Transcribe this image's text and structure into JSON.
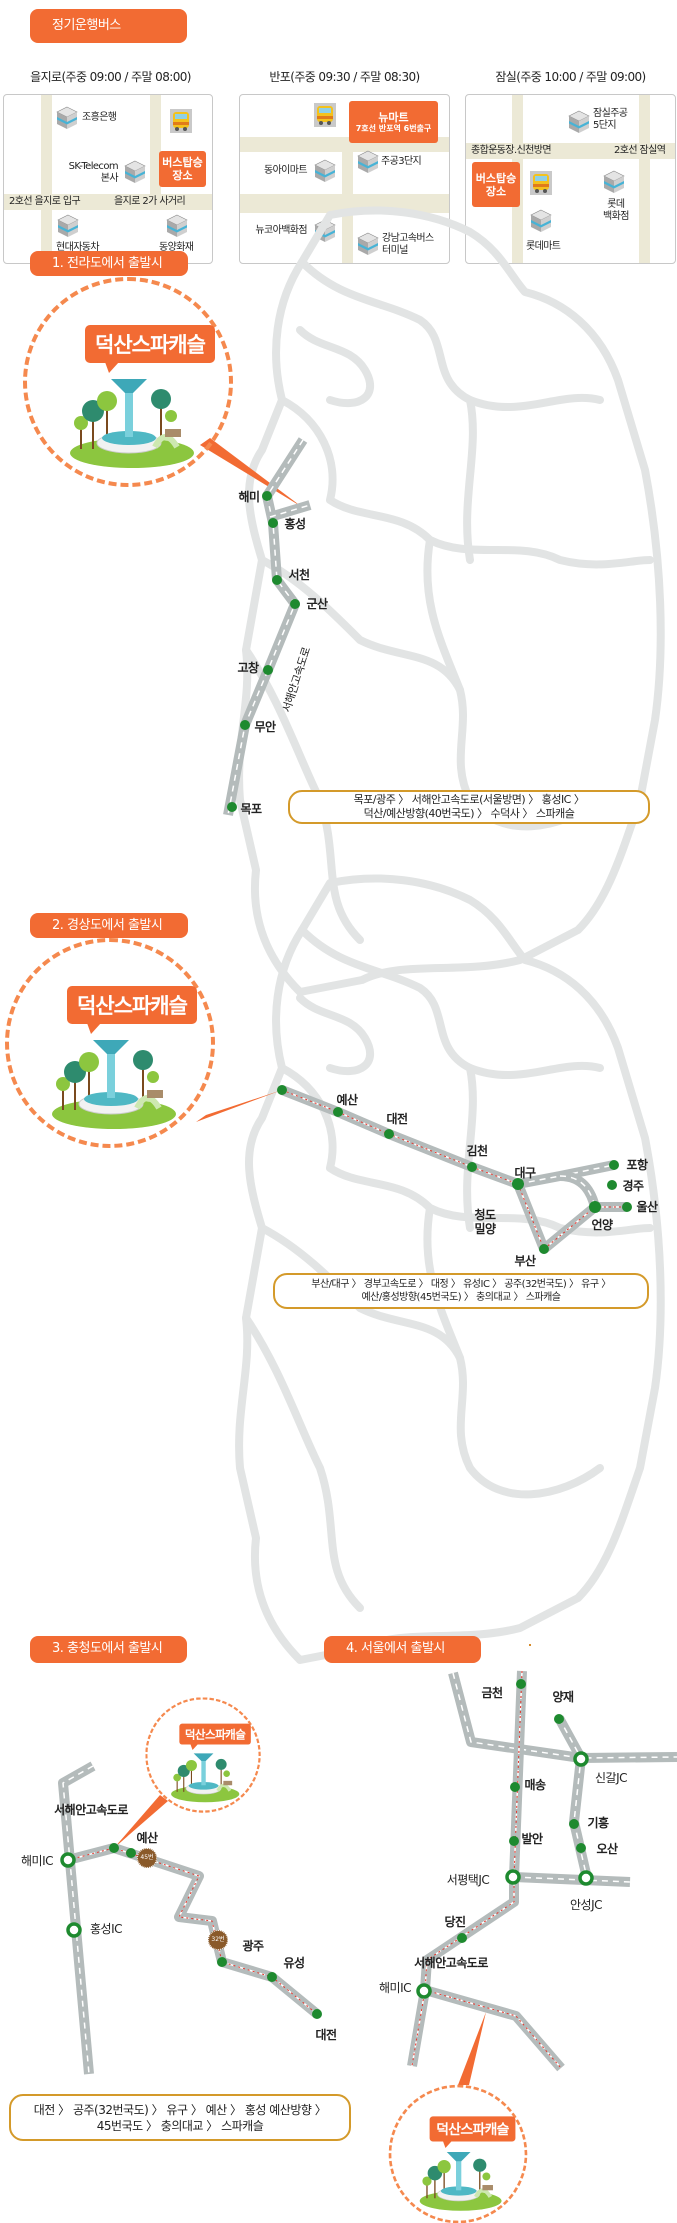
{
  "header": {
    "title": "정기운행버스"
  },
  "bus_stops": [
    {
      "title": "을지로(주중 09:00 / 주말 08:00)",
      "places": [
        "조흥은행",
        "SK-Telecom\n본사",
        "현대자동차",
        "동양화재"
      ],
      "roads": [
        "2호선 을지로 입구",
        "을지로 2가 사거리"
      ],
      "callout": "버스탑승\n장소"
    },
    {
      "title": "반포(주중 09:30 / 주말 08:30)",
      "places": [
        "동아이마트",
        "주공3단지",
        "뉴코아백화점",
        "강남고속버스\n터미널"
      ],
      "callout_title": "뉴마트",
      "callout_sub": "7호선 반포역 6번출구"
    },
    {
      "title": "잠실(주중 10:00 / 주말 09:00)",
      "places": [
        "잠실주공\n5단지",
        "롯데\n백화점",
        "롯데마트"
      ],
      "roads": [
        "종합운동장.신천방면",
        "2호선 잠실역"
      ],
      "callout": "버스탑승\n장소"
    }
  ],
  "sections": [
    {
      "title": "1. 전라도에서 출발시",
      "destination": "덕산스파캐슬",
      "highway": "서해안고속도로",
      "stops": [
        "해미",
        "홍성",
        "서천",
        "군산",
        "고창",
        "무안",
        "목포"
      ],
      "route": "목포/광주 〉 서해안고속도로(서울방면) 〉 홍성IC 〉\n덕산/예산방향(40번국도) 〉 수덕사 〉 스파캐슬"
    },
    {
      "title": "2. 경상도에서 출발시",
      "destination": "덕산스파캐슬",
      "stops": [
        "예산",
        "대전",
        "김천",
        "대구",
        "포항",
        "경주",
        "울산",
        "언양",
        "청도\n밀양",
        "부산"
      ],
      "route": "부산/대구 〉 경부고속도로 〉 대정 〉  유성IC 〉 공주(32번국도) 〉 유구 〉\n예산/홍성방향(45번국도)  〉 충의대교  〉 스파캐슬"
    },
    {
      "title": "3. 충청도에서 출발시",
      "destination": "덕산스파캐슬",
      "highway": "서해안고속도로",
      "stops": [
        "해미IC",
        "예산",
        "홍성IC",
        "광주",
        "유성",
        "대전"
      ],
      "badges": [
        "45번",
        "32번"
      ],
      "route": "대전 〉 공주(32번국도) 〉 유구 〉 예산 〉 홍성 예산방향 〉\n45번국도 〉 충의대교  〉 스파캐슬"
    },
    {
      "title": "4. 서울에서 출발시",
      "destination": "덕산스파캐슬",
      "highway": "서해안고속도로",
      "stops": [
        "금천",
        "양재",
        "신갈JC",
        "매송",
        "기흥",
        "발안",
        "오산",
        "서평택JC",
        "안성JC",
        "당진",
        "해미IC"
      ]
    }
  ],
  "colors": {
    "accent": "#f26b33",
    "road": "#b4bbbb",
    "node": "#1e8a2f",
    "route_border": "#d49a2a",
    "map_outline": "#e2e4e4"
  }
}
